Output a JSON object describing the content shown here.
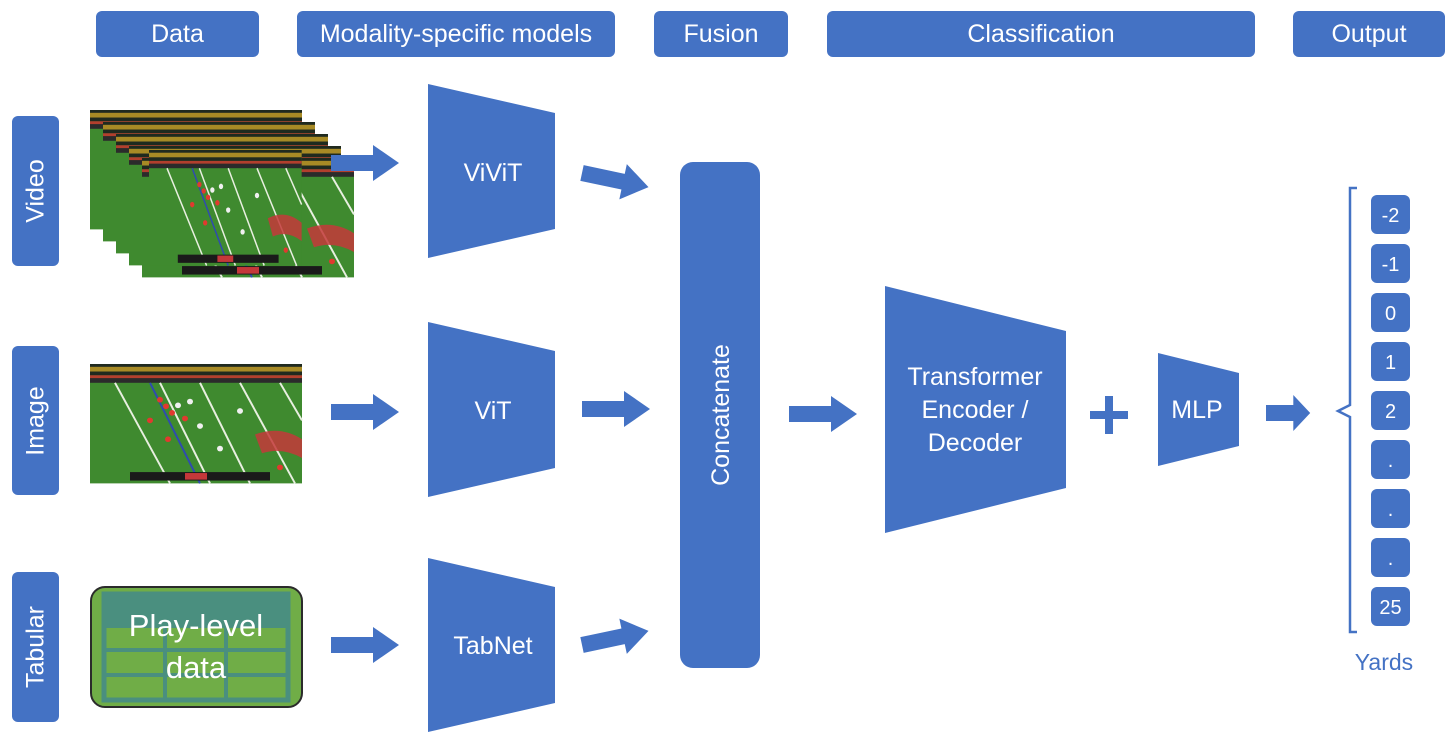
{
  "headers": {
    "data": "Data",
    "models": "Modality-specific models",
    "fusion": "Fusion",
    "classification": "Classification",
    "output": "Output"
  },
  "rows": {
    "video": "Video",
    "image": "Image",
    "tabular": "Tabular"
  },
  "tabular_box": {
    "line1": "Play-level",
    "line2": "data"
  },
  "models": {
    "vivit": "ViViT",
    "vit": "ViT",
    "tabnet": "TabNet"
  },
  "fusion_label": "Concatenate",
  "classifier": {
    "line1": "Transformer",
    "line2": "Encoder /",
    "line3": "Decoder",
    "plus": "+",
    "mlp": "MLP"
  },
  "output_classes": [
    "-2",
    "-1",
    "0",
    "1",
    "2",
    ".",
    ".",
    ".",
    "25"
  ],
  "output_unit": "Yards",
  "colors": {
    "block": "#4472c4",
    "field_green": "#3f8a2f",
    "table_fill": "#70ad47",
    "table_header": "#4a8f7f",
    "table_border": "#2b2b2b"
  }
}
